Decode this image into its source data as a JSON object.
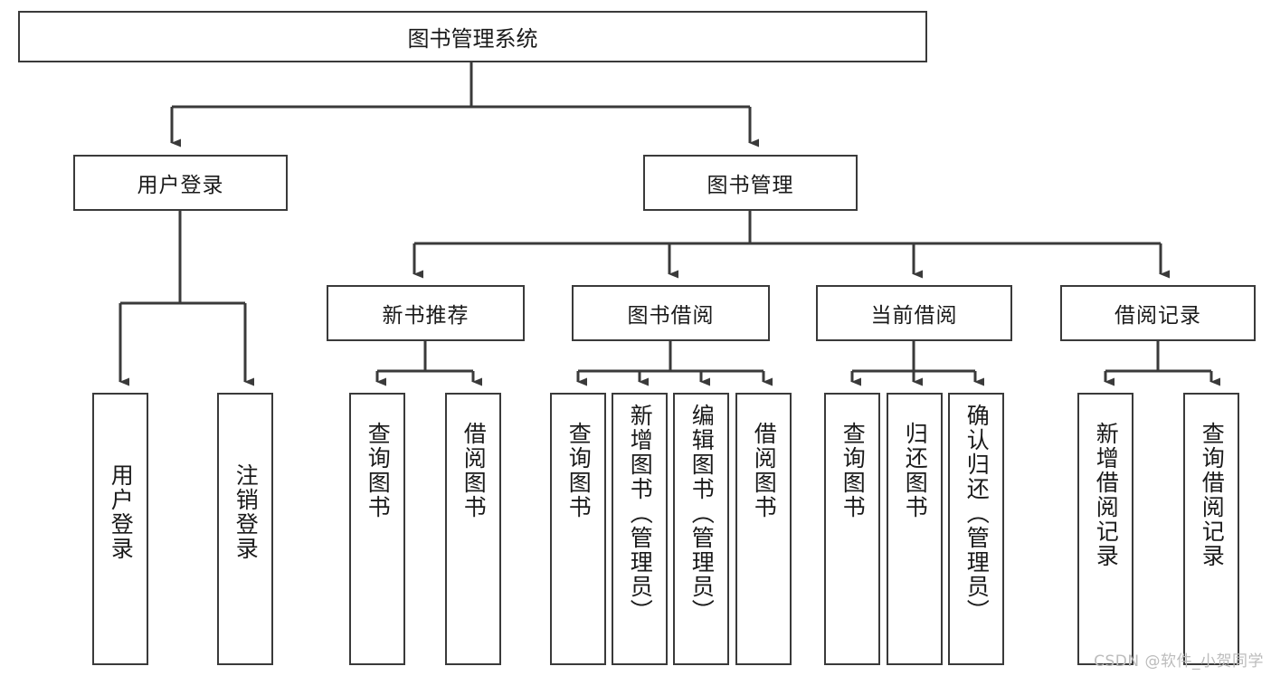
{
  "diagram": {
    "type": "tree",
    "title": "图书管理系统",
    "watermark": "CSDN @软件_小贺同学",
    "colors": {
      "node_border": "#3a3a3a",
      "node_fill": "#ffffff",
      "connector": "#3a3a3a",
      "text": "#1a1a1a",
      "watermark": "#bcbcbc",
      "background": "#ffffff"
    },
    "root": {
      "label": "图书管理系统"
    },
    "level2": [
      {
        "id": "user-login",
        "label": "用户登录"
      },
      {
        "id": "book-management",
        "label": "图书管理"
      }
    ],
    "level3": [
      {
        "id": "new-book-recommend",
        "label": "新书推荐"
      },
      {
        "id": "book-borrow",
        "label": "图书借阅"
      },
      {
        "id": "current-borrow",
        "label": "当前借阅"
      },
      {
        "id": "borrow-record",
        "label": "借阅记录"
      }
    ],
    "leaves": {
      "user_login": [
        {
          "id": "leaf-user-login",
          "label": "用户登录"
        },
        {
          "id": "leaf-logout-login",
          "label": "注销登录"
        }
      ],
      "new_book_recommend": [
        {
          "id": "leaf-query-books-1",
          "label": "查询图书"
        },
        {
          "id": "leaf-borrow-books-1",
          "label": "借阅图书"
        }
      ],
      "book_borrow": [
        {
          "id": "leaf-query-books-2",
          "label": "查询图书"
        },
        {
          "id": "leaf-add-book-admin",
          "label": "新增图书（管理员）"
        },
        {
          "id": "leaf-edit-book-admin",
          "label": "编辑图书（管理员）"
        },
        {
          "id": "leaf-borrow-books-2",
          "label": "借阅图书"
        }
      ],
      "current_borrow": [
        {
          "id": "leaf-query-books-3",
          "label": "查询图书"
        },
        {
          "id": "leaf-return-books",
          "label": "归还图书"
        },
        {
          "id": "leaf-confirm-return-admin",
          "label": "确认归还（管理员）"
        }
      ],
      "borrow_record": [
        {
          "id": "leaf-add-borrow-record",
          "label": "新增借阅记录"
        },
        {
          "id": "leaf-query-borrow-record",
          "label": "查询借阅记录"
        }
      ]
    }
  }
}
